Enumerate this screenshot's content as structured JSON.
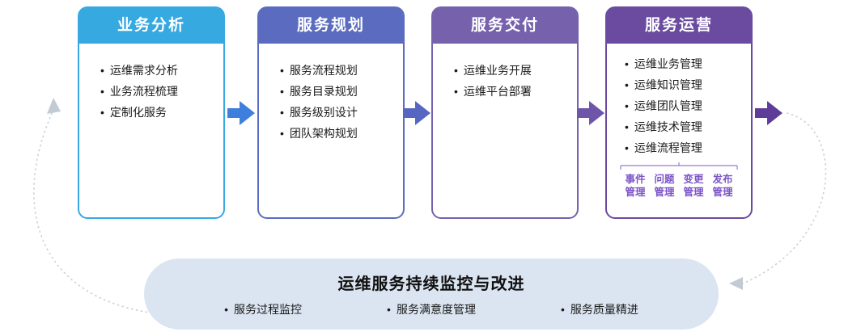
{
  "stages": [
    {
      "title": "业务分析",
      "header_color": "#36A9E1",
      "items": [
        "运维需求分析",
        "业务流程梳理",
        "定制化服务"
      ]
    },
    {
      "title": "服务规划",
      "header_color": "#5B6CC0",
      "items": [
        "服务流程规划",
        "服务目录规划",
        "服务级别设计",
        "团队架构规划"
      ]
    },
    {
      "title": "服务交付",
      "header_color": "#7661AD",
      "items": [
        "运维业务开展",
        "运维平台部署"
      ]
    },
    {
      "title": "服务运营",
      "header_color": "#6A4B9F",
      "items": [
        "运维业务管理",
        "运维知识管理",
        "运维团队管理",
        "运维技术管理",
        "运维流程管理"
      ],
      "sub_items": [
        "事件管理",
        "问题管理",
        "变更管理",
        "发布管理"
      ],
      "sub_text_color": "#7D55C7"
    }
  ],
  "flow_arrows": {
    "colors": [
      "#3E7EDC",
      "#5766C1",
      "#6F55A9",
      "#5E3D98"
    ],
    "dashed_curve_color": "#C9D2DA"
  },
  "bottom_bar": {
    "title": "运维服务持续监控与改进",
    "items": [
      "服务过程监控",
      "服务满意度管理",
      "服务质量精进"
    ],
    "background": "#DBE5F1"
  }
}
